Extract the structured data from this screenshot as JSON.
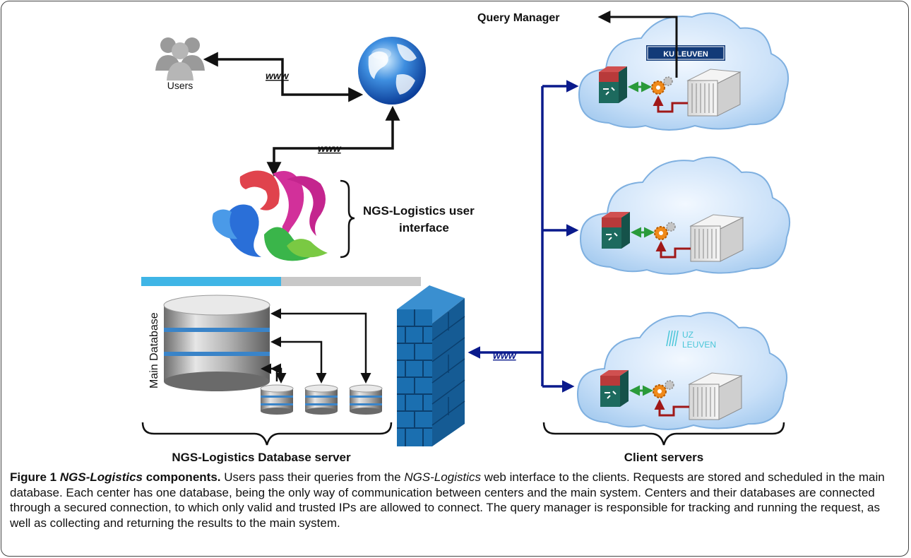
{
  "labels": {
    "users": "Users",
    "www": "www",
    "query_manager": "Query Manager",
    "ngs_ui_line1": "NGS-Logistics user",
    "ngs_ui_line2": "interface",
    "main_database": "Main Database",
    "db_server": "NGS-Logistics Database server",
    "client_servers": "Client servers",
    "ku_leuven": "KU LEUVEN",
    "uz": "UZ",
    "leuven": "LEUVEN"
  },
  "caption": {
    "figure_label": "Figure 1",
    "title_italic": "NGS-Logistics",
    "title_rest": " components.",
    "t1": " Users pass their queries from the ",
    "t1_italic": "NGS-Logistics",
    "t2": " web interface to the clients. Requests are stored and scheduled in the main database. Each center has one database, being the only way of communication between centers and the main system. Centers and their databases are connected through a secured connection, to which only valid and trusted IPs are allowed to connect. The query manager is responsible for tracking and running the request, as well as collecting and returning the results to the main system."
  },
  "colors": {
    "client_link": "#0a1a8c",
    "black_link": "#111111",
    "green_link": "#2a9a3a",
    "red_link": "#a01818",
    "firewall_blue": "#1b6fb0",
    "cloud_fill": "#cfe4fa",
    "bar_blue": "#3fb5e6",
    "bar_gray": "#c8c8c8"
  }
}
